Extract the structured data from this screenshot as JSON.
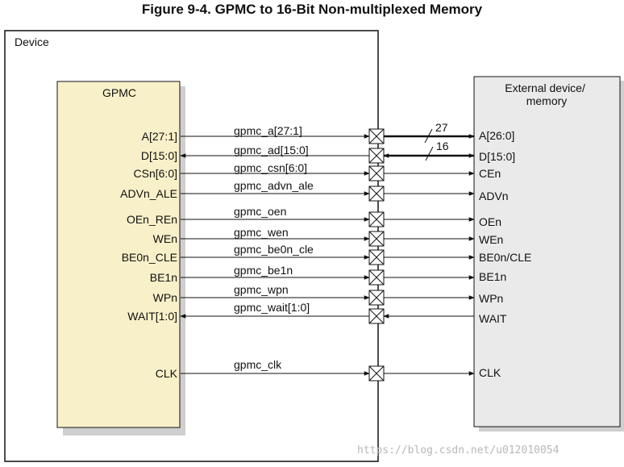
{
  "title": "Figure 9-4. GPMC to 16-Bit Non-multiplexed Memory",
  "device_label": "Device",
  "gpmc_label": "GPMC",
  "external_label_line1": "External device/",
  "external_label_line2": "memory",
  "bus_width_address": "27",
  "bus_width_data": "16",
  "watermark": "https://blog.csdn.net/u012010054",
  "colors": {
    "gpmc_fill": "#f8f0c8",
    "external_fill": "#eaeaea"
  },
  "signals": [
    {
      "gpmc_pin": "A[27:1]",
      "net": "gpmc_a[27:1]",
      "mem_pin": "A[26:0]",
      "direction": "out"
    },
    {
      "gpmc_pin": "D[15:0]",
      "net": "gpmc_ad[15:0]",
      "mem_pin": "D[15:0]",
      "direction": "bidir"
    },
    {
      "gpmc_pin": "CSn[6:0]",
      "net": "gpmc_csn[6:0]",
      "mem_pin": "CEn",
      "direction": "out"
    },
    {
      "gpmc_pin": "ADVn_ALE",
      "net": "gpmc_advn_ale",
      "mem_pin": "ADVn",
      "direction": "out"
    },
    {
      "gpmc_pin": "OEn_REn",
      "net": "gpmc_oen",
      "mem_pin": "OEn",
      "direction": "out"
    },
    {
      "gpmc_pin": "WEn",
      "net": "gpmc_wen",
      "mem_pin": "WEn",
      "direction": "out"
    },
    {
      "gpmc_pin": "BE0n_CLE",
      "net": "gpmc_be0n_cle",
      "mem_pin": "BE0n/CLE",
      "direction": "out"
    },
    {
      "gpmc_pin": "BE1n",
      "net": "gpmc_be1n",
      "mem_pin": "BE1n",
      "direction": "out"
    },
    {
      "gpmc_pin": "WPn",
      "net": "gpmc_wpn",
      "mem_pin": "WPn",
      "direction": "out"
    },
    {
      "gpmc_pin": "WAIT[1:0]",
      "net": "gpmc_wait[1:0]",
      "mem_pin": "WAIT",
      "direction": "in"
    },
    {
      "gpmc_pin": "CLK",
      "net": "gpmc_clk",
      "mem_pin": "CLK",
      "direction": "out"
    }
  ]
}
